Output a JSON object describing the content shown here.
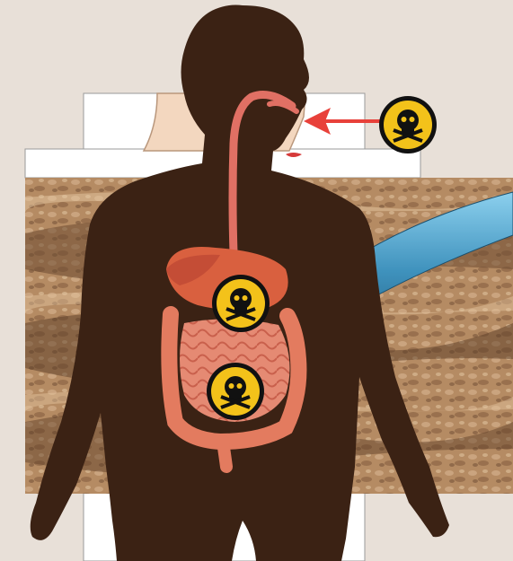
{
  "colors": {
    "background": "#e8e0d8",
    "panel": "#ffffff",
    "panel_border": "#9a9a9a",
    "skin": "#f3d7bf",
    "silhouette": "#3b2214",
    "tissue_light": "#c49a72",
    "tissue_dark": "#4a2e1c",
    "hair_fiber": "#4f9ec4",
    "digestive_tract": "#e07064",
    "stomach": "#d9603f",
    "intestine": "#e58a73",
    "arrow": "#e8413a",
    "toxin_badge_fill": "#f3c21a",
    "toxin_badge_ring": "#111111"
  },
  "icons": {
    "toxin": "skull-and-crossbones-icon",
    "entry_arrow": "arrow-left-icon"
  },
  "diagram": {
    "toxin_markers": [
      {
        "id": "mouth",
        "label_icon": "skull-and-crossbones-icon"
      },
      {
        "id": "stomach",
        "label_icon": "skull-and-crossbones-icon"
      },
      {
        "id": "intestine",
        "label_icon": "skull-and-crossbones-icon"
      }
    ]
  }
}
